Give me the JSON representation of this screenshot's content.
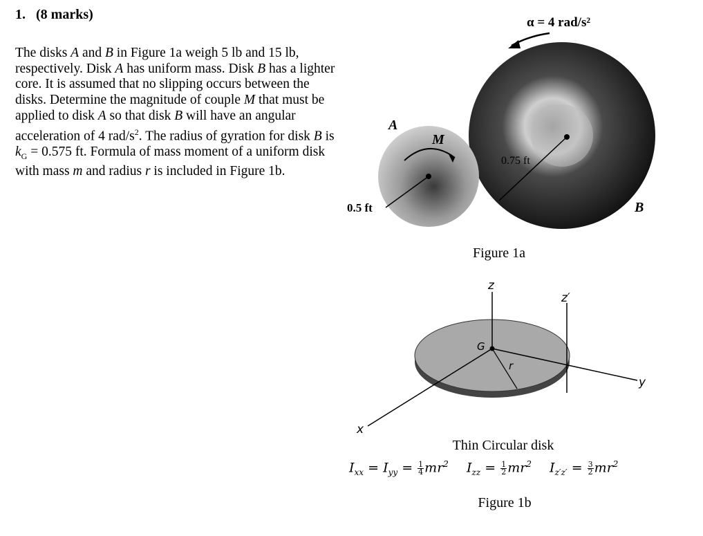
{
  "question": {
    "number": "1.",
    "marks": "(8 marks)"
  },
  "problem_segments": [
    {
      "t": "The disks ",
      "i": false
    },
    {
      "t": "A",
      "i": true
    },
    {
      "t": " and ",
      "i": false
    },
    {
      "t": "B",
      "i": true
    },
    {
      "t": " in Figure 1a weigh 5 lb and 15 lb, respectively. Disk ",
      "i": false
    },
    {
      "t": "A",
      "i": true
    },
    {
      "t": " has uniform mass. Disk ",
      "i": false
    },
    {
      "t": "B",
      "i": true
    },
    {
      "t": " has a lighter core. It is assumed that no slipping occurs between the disks. Determine the magnitude of couple ",
      "i": false
    },
    {
      "t": "M",
      "i": true
    },
    {
      "t": " that must be applied to disk ",
      "i": false
    },
    {
      "t": "A",
      "i": true
    },
    {
      "t": " so that disk ",
      "i": false
    },
    {
      "t": "B",
      "i": true
    },
    {
      "t": " will have an angular acceleration of 4 rad/s",
      "i": false
    },
    {
      "t": "2",
      "sup": true
    },
    {
      "t": ". The radius of gyration for disk ",
      "i": false
    },
    {
      "t": "B",
      "i": true
    },
    {
      "t": " is ",
      "i": false
    },
    {
      "t": "k",
      "i": true
    },
    {
      "t": "G",
      "sub": true
    },
    {
      "t": " = 0.575 ft. Formula of mass moment of a uniform disk with mass ",
      "i": false
    },
    {
      "t": "m",
      "i": true
    },
    {
      "t": " and radius ",
      "i": false
    },
    {
      "t": "r",
      "i": true
    },
    {
      "t": " is included in Figure 1b.",
      "i": false
    }
  ],
  "figure1a": {
    "alpha_label": "α = 4 rad/s²",
    "label_A": "A",
    "label_B": "B",
    "label_M": "M",
    "radius_A": "0.5 ft",
    "radius_B": "0.75 ft",
    "caption": "Figure 1a"
  },
  "figure1b": {
    "axis_z": "z",
    "axis_z_prime": "z′",
    "axis_x": "x",
    "axis_y": "y",
    "label_G": "G",
    "label_r": "r",
    "shape_name": "Thin Circular disk",
    "caption": "Figure 1b"
  },
  "formula": {
    "Ixx": "I",
    "Ixx_sub": "xx",
    "Iyy": "I",
    "Iyy_sub": "yy",
    "frac1_n": "1",
    "frac1_d": "4",
    "Izz": "I",
    "Izz_sub": "zz",
    "frac2_n": "1",
    "frac2_d": "2",
    "Iz'z'": "I",
    "Izpzp_sub": "z′z′",
    "frac3_n": "3",
    "frac3_d": "2",
    "mr": "mr",
    "exp": "2",
    "eq": "="
  },
  "colors": {
    "disk_dark": "#1a1a1a",
    "disk_light": "#bdbdbd",
    "thin_disk": "#a9a9a9"
  }
}
